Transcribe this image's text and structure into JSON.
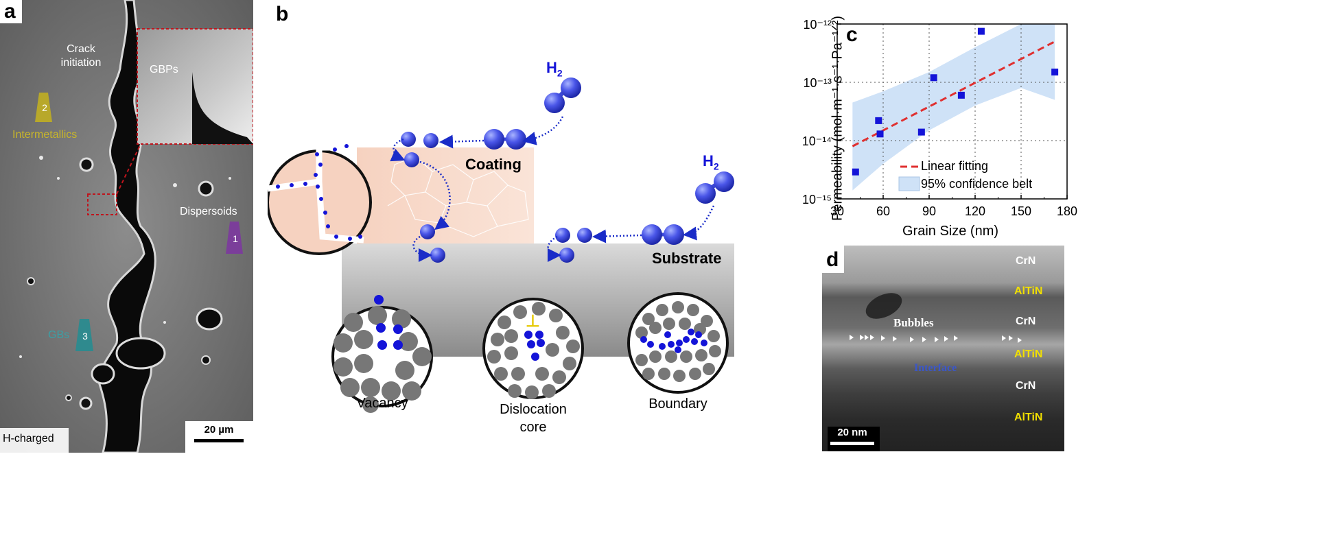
{
  "panel_a": {
    "letter": "a",
    "crack_initiation": "Crack\ninitiation",
    "gbps": "GBPs",
    "intermetallics": "Intermetallics",
    "dispersoids": "Dispersoids",
    "gbs": "GBs",
    "marker_1": "1",
    "marker_2": "2",
    "marker_3": "3",
    "h_charged": "H-charged",
    "scale_bar": "20 µm"
  },
  "panel_b": {
    "letter": "b",
    "h2_top": "H",
    "h2_top_sub": "2",
    "h2_right": "H",
    "h2_right_sub": "2",
    "coating": "Coating",
    "substrate": "Substrate",
    "vacancy": "Vacancy",
    "dislocation_line1": "Dislocation",
    "dislocation_line2": "core",
    "dislocation_symbol": "⊥",
    "boundary": "Boundary"
  },
  "panel_c": {
    "letter": "c",
    "chart_data": {
      "type": "scatter",
      "xlabel": "Grain Size (nm)",
      "ylabel": "Permeability (mol·m⁻¹·s⁻¹·Pa⁻¹ᐟ²)",
      "xlim": [
        30,
        180
      ],
      "ylim_log10": [
        -15,
        -12
      ],
      "log_y": true,
      "x_ticks": [
        "30",
        "60",
        "90",
        "120",
        "150",
        "180"
      ],
      "y_ticks": [
        "10⁻¹⁵",
        "10⁻¹⁴",
        "10⁻¹³",
        "10⁻¹²"
      ],
      "y_tick_exponents": [
        -15,
        -14,
        -13,
        -12
      ],
      "grid": true,
      "legend_position": "bottom-right",
      "legend": [
        "Linear fitting",
        "95% confidence belt"
      ],
      "points": [
        {
          "x": 42,
          "y": 2.9e-15
        },
        {
          "x": 57,
          "y": 2.2e-14
        },
        {
          "x": 58,
          "y": 1.3e-14
        },
        {
          "x": 85,
          "y": 1.4e-14
        },
        {
          "x": 93,
          "y": 1.2e-13
        },
        {
          "x": 111,
          "y": 6e-14
        },
        {
          "x": 124,
          "y": 7.5e-13
        },
        {
          "x": 172,
          "y": 1.5e-13
        }
      ],
      "fit": {
        "x": [
          40,
          172
        ],
        "y": [
          8e-15,
          5e-13
        ]
      },
      "confidence_band": {
        "x": [
          40,
          60,
          90,
          120,
          150,
          172
        ],
        "upper": [
          4.5e-14,
          7e-14,
          1.5e-13,
          4e-13,
          1e-12,
          1e-12
        ],
        "lower": [
          1.4e-15,
          4e-15,
          1.5e-14,
          4e-14,
          8e-14,
          5e-14
        ]
      },
      "colors": {
        "points": "#1414d8",
        "fit": "#e03030",
        "band": "#cfe2f7"
      }
    }
  },
  "panel_d": {
    "letter": "d",
    "layers": [
      "CrN",
      "AlTiN",
      "CrN",
      "AlTiN",
      "CrN",
      "AlTiN"
    ],
    "layer_colors": [
      "#ffffff",
      "#f2e000",
      "#ffffff",
      "#f2e000",
      "#ffffff",
      "#f2e000"
    ],
    "bubbles": "Bubbles",
    "interface": "Interface",
    "scale_bar": "20 nm"
  }
}
